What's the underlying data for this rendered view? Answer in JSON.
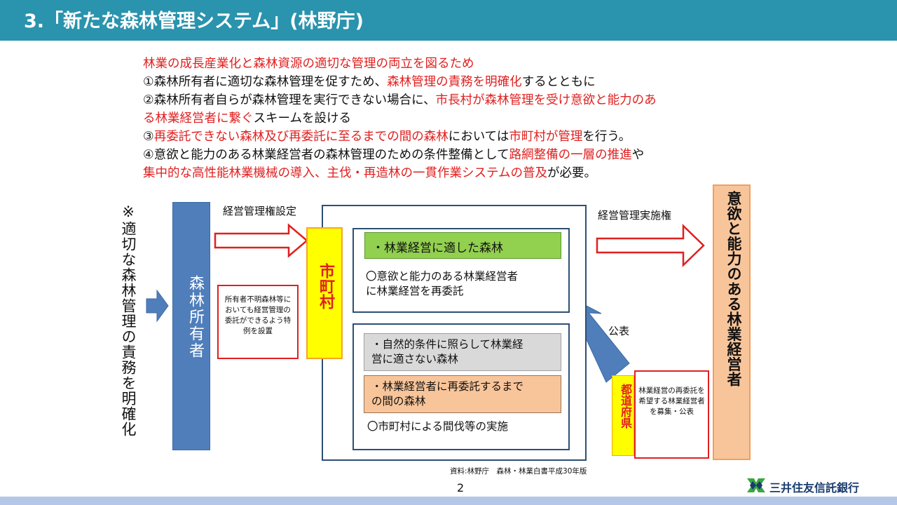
{
  "header": {
    "title": "3.「新たな森林管理システム」(林野庁)"
  },
  "intro": {
    "line1": "林業の成長産業化と森林資源の適切な管理の両立を図るため",
    "line2_a": "①森林所有者に適切な森林管理を促すため、",
    "line2_b": "森林管理の責務を明確化",
    "line2_c": "するとともに",
    "line3_a": "②森林所有者自らが森林管理を実行できない場合に、",
    "line3_b": "市長村が森林管理を受け意欲と能力のあ",
    "line4_a": "る林業経営者に繋ぐ",
    "line4_b": "スキームを設ける",
    "line5_a": "③",
    "line5_b": "再委託できない森林及び再委託に至るまでの間の森林",
    "line5_c": "においては",
    "line5_d": "市町村が管理",
    "line5_e": "を行う。",
    "line6_a": "④意欲と能力のある林業経営者の森林管理のための条件整備として",
    "line6_b": "路網整備の一層の推進",
    "line6_c": "や",
    "line7_a": "集中的な高性能林業機械の導入、主伐・再造林の一貫作業システムの普及",
    "line7_b": "が必要。"
  },
  "diagram": {
    "side_note": "※適切な森林管理の責務を明確化",
    "owner": "森林所有者",
    "mgmt_rights_label": "経営管理権設定",
    "special_provision": "所有者不明森林等においても経営管理の委託ができるよう特例を設置",
    "municipality": "市町村",
    "suited_forest": "・林業経営に適した森林",
    "suited_desc_1": "〇意欲と能力のある林業経営者",
    "suited_desc_2": "に林業経営を再委託",
    "unsuited_forest_1": "・自然的条件に照らして林業経",
    "unsuited_forest_2": "営に適さない森林",
    "pending_forest_1": "・林業経営者に再委託するまで",
    "pending_forest_2": "の間の森林",
    "unsuited_desc": "〇市町村による間伐等の実施",
    "exec_rights_label": "経営管理実施権",
    "announce_label": "公表",
    "prefecture": "都道府県",
    "recruit_desc": "林業経営の再委託を希望する林業経営者を募集・公表",
    "operators": "意欲と能力のある林業経営者"
  },
  "footer": {
    "source": "資料:林野庁　森林・林業白書平成30年版",
    "page": "2",
    "company": "三井住友信託銀行"
  },
  "colors": {
    "header_bg": "#2a93ad",
    "accent_red": "#e02020",
    "owner_blue": "#4f7ebb",
    "municipality_yellow": "#ffff00",
    "suited_green": "#92d050",
    "unsuited_gray": "#d9d9d9",
    "pending_orange": "#f8c59a",
    "operators_bg": "#f8c59a",
    "footer_bar": "#b4c7e7"
  }
}
